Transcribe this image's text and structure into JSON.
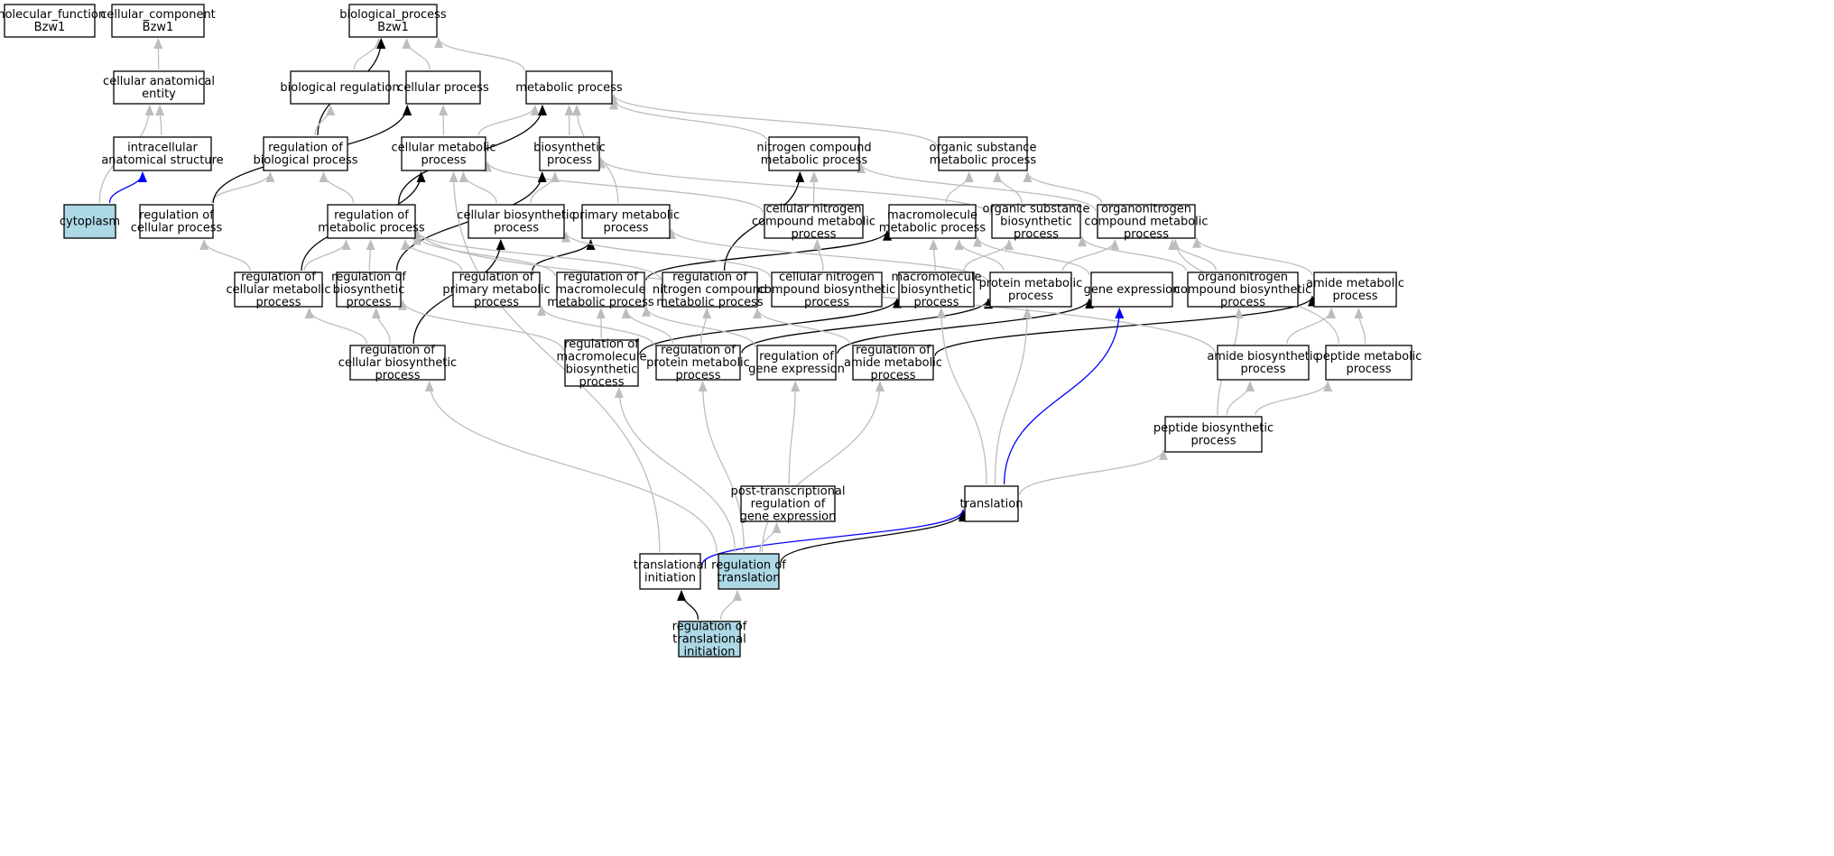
{
  "colors": {
    "background": "#ffffff",
    "node_fill": "#ffffff",
    "highlight_fill": "#add8e6",
    "border": "#000000",
    "is_a_edge": "#bdbdbd",
    "regulates_edge": "#000000",
    "part_of_edge": "#0000ff"
  },
  "nodes": [
    {
      "id": "mf",
      "lines": [
        "molecular_function",
        "Bzw1"
      ],
      "highlight": false
    },
    {
      "id": "cc",
      "lines": [
        "cellular_component",
        "Bzw1"
      ],
      "highlight": false
    },
    {
      "id": "bp",
      "lines": [
        "biological_process",
        "Bzw1"
      ],
      "highlight": false
    },
    {
      "id": "cae",
      "lines": [
        "cellular anatomical",
        "entity"
      ],
      "highlight": false
    },
    {
      "id": "ias",
      "lines": [
        "intracellular",
        "anatomical structure"
      ],
      "highlight": false
    },
    {
      "id": "cyto",
      "lines": [
        "cytoplasm"
      ],
      "highlight": true
    },
    {
      "id": "breg",
      "lines": [
        "biological regulation"
      ],
      "highlight": false
    },
    {
      "id": "cp",
      "lines": [
        "cellular process"
      ],
      "highlight": false
    },
    {
      "id": "mp",
      "lines": [
        "metabolic process"
      ],
      "highlight": false
    },
    {
      "id": "rbp",
      "lines": [
        "regulation of",
        "biological process"
      ],
      "highlight": false
    },
    {
      "id": "cmp",
      "lines": [
        "cellular metabolic",
        "process"
      ],
      "highlight": false
    },
    {
      "id": "bsp",
      "lines": [
        "biosynthetic",
        "process"
      ],
      "highlight": false
    },
    {
      "id": "ncmp",
      "lines": [
        "nitrogen compound",
        "metabolic process"
      ],
      "highlight": false
    },
    {
      "id": "osmp",
      "lines": [
        "organic substance",
        "metabolic process"
      ],
      "highlight": false
    },
    {
      "id": "rcp",
      "lines": [
        "regulation of",
        "cellular process"
      ],
      "highlight": false
    },
    {
      "id": "rmp",
      "lines": [
        "regulation of",
        "metabolic process"
      ],
      "highlight": false
    },
    {
      "id": "cbp",
      "lines": [
        "cellular biosynthetic",
        "process"
      ],
      "highlight": false
    },
    {
      "id": "pmp",
      "lines": [
        "primary metabolic",
        "process"
      ],
      "highlight": false
    },
    {
      "id": "cncmp",
      "lines": [
        "cellular nitrogen",
        "compound metabolic",
        "process"
      ],
      "highlight": false
    },
    {
      "id": "macmp",
      "lines": [
        "macromolecule",
        "metabolic process"
      ],
      "highlight": false
    },
    {
      "id": "osbp",
      "lines": [
        "organic substance",
        "biosynthetic",
        "process"
      ],
      "highlight": false
    },
    {
      "id": "oncmp",
      "lines": [
        "organonitrogen",
        "compound metabolic",
        "process"
      ],
      "highlight": false
    },
    {
      "id": "rcmp",
      "lines": [
        "regulation of",
        "cellular metabolic",
        "process"
      ],
      "highlight": false
    },
    {
      "id": "rbsp",
      "lines": [
        "regulation of",
        "biosynthetic",
        "process"
      ],
      "highlight": false
    },
    {
      "id": "rpmp",
      "lines": [
        "regulation of",
        "primary metabolic",
        "process"
      ],
      "highlight": false
    },
    {
      "id": "rmacmp",
      "lines": [
        "regulation of",
        "macromolecule",
        "metabolic process"
      ],
      "highlight": false
    },
    {
      "id": "rncmp",
      "lines": [
        "regulation of",
        "nitrogen compound",
        "metabolic process"
      ],
      "highlight": false
    },
    {
      "id": "cncbp",
      "lines": [
        "cellular nitrogen",
        "compound biosynthetic",
        "process"
      ],
      "highlight": false
    },
    {
      "id": "macbp",
      "lines": [
        "macromolecule",
        "biosynthetic",
        "process"
      ],
      "highlight": false
    },
    {
      "id": "protmp",
      "lines": [
        "protein metabolic",
        "process"
      ],
      "highlight": false
    },
    {
      "id": "ge",
      "lines": [
        "gene expression"
      ],
      "highlight": false
    },
    {
      "id": "oncbp",
      "lines": [
        "organonitrogen",
        "compound biosynthetic",
        "process"
      ],
      "highlight": false
    },
    {
      "id": "amp",
      "lines": [
        "amide metabolic",
        "process"
      ],
      "highlight": false
    },
    {
      "id": "rcbp",
      "lines": [
        "regulation of",
        "cellular biosynthetic",
        "process"
      ],
      "highlight": false
    },
    {
      "id": "rmacbp",
      "lines": [
        "regulation of",
        "macromolecule",
        "biosynthetic",
        "process"
      ],
      "highlight": false
    },
    {
      "id": "rprotmp",
      "lines": [
        "regulation of",
        "protein metabolic",
        "process"
      ],
      "highlight": false
    },
    {
      "id": "rge",
      "lines": [
        "regulation of",
        "gene expression"
      ],
      "highlight": false
    },
    {
      "id": "ramp",
      "lines": [
        "regulation of",
        "amide metabolic",
        "process"
      ],
      "highlight": false
    },
    {
      "id": "abp",
      "lines": [
        "amide biosynthetic",
        "process"
      ],
      "highlight": false
    },
    {
      "id": "pepmp",
      "lines": [
        "peptide metabolic",
        "process"
      ],
      "highlight": false
    },
    {
      "id": "pepbp",
      "lines": [
        "peptide biosynthetic",
        "process"
      ],
      "highlight": false
    },
    {
      "id": "ptrge",
      "lines": [
        "post-transcriptional",
        "regulation of",
        "gene expression"
      ],
      "highlight": false
    },
    {
      "id": "trans",
      "lines": [
        "translation"
      ],
      "highlight": false
    },
    {
      "id": "ti",
      "lines": [
        "translational",
        "initiation"
      ],
      "highlight": false
    },
    {
      "id": "rt",
      "lines": [
        "regulation of",
        "translation"
      ],
      "highlight": true
    },
    {
      "id": "rti",
      "lines": [
        "regulation of",
        "translational",
        "initiation"
      ],
      "highlight": true
    }
  ],
  "edges": [
    {
      "from": "cae",
      "to": "cc",
      "type": "is_a"
    },
    {
      "from": "ias",
      "to": "cae",
      "type": "is_a"
    },
    {
      "from": "cyto",
      "to": "cae",
      "type": "is_a"
    },
    {
      "from": "cyto",
      "to": "ias",
      "type": "part_of"
    },
    {
      "from": "breg",
      "to": "bp",
      "type": "is_a"
    },
    {
      "from": "cp",
      "to": "bp",
      "type": "is_a"
    },
    {
      "from": "mp",
      "to": "bp",
      "type": "is_a"
    },
    {
      "from": "rbp",
      "to": "bp",
      "type": "regulates"
    },
    {
      "from": "rbp",
      "to": "breg",
      "type": "is_a"
    },
    {
      "from": "cmp",
      "to": "cp",
      "type": "is_a"
    },
    {
      "from": "cmp",
      "to": "mp",
      "type": "is_a"
    },
    {
      "from": "bsp",
      "to": "mp",
      "type": "is_a"
    },
    {
      "from": "pmp",
      "to": "mp",
      "type": "is_a"
    },
    {
      "from": "ncmp",
      "to": "mp",
      "type": "is_a"
    },
    {
      "from": "osmp",
      "to": "mp",
      "type": "is_a"
    },
    {
      "from": "rcp",
      "to": "rbp",
      "type": "is_a"
    },
    {
      "from": "rcp",
      "to": "cp",
      "type": "regulates"
    },
    {
      "from": "rmp",
      "to": "rbp",
      "type": "is_a"
    },
    {
      "from": "rmp",
      "to": "mp",
      "type": "regulates"
    },
    {
      "from": "cbp",
      "to": "cmp",
      "type": "is_a"
    },
    {
      "from": "cbp",
      "to": "bsp",
      "type": "is_a"
    },
    {
      "from": "cncmp",
      "to": "ncmp",
      "type": "is_a"
    },
    {
      "from": "cncmp",
      "to": "cmp",
      "type": "is_a"
    },
    {
      "from": "macmp",
      "to": "osmp",
      "type": "is_a"
    },
    {
      "from": "osbp",
      "to": "osmp",
      "type": "is_a"
    },
    {
      "from": "osbp",
      "to": "bsp",
      "type": "is_a"
    },
    {
      "from": "oncmp",
      "to": "osmp",
      "type": "is_a"
    },
    {
      "from": "oncmp",
      "to": "ncmp",
      "type": "is_a"
    },
    {
      "from": "rcmp",
      "to": "rcp",
      "type": "is_a"
    },
    {
      "from": "rcmp",
      "to": "rmp",
      "type": "is_a"
    },
    {
      "from": "rcmp",
      "to": "cmp",
      "type": "regulates"
    },
    {
      "from": "rbsp",
      "to": "rmp",
      "type": "is_a"
    },
    {
      "from": "rbsp",
      "to": "bsp",
      "type": "regulates"
    },
    {
      "from": "rpmp",
      "to": "rmp",
      "type": "is_a"
    },
    {
      "from": "rpmp",
      "to": "pmp",
      "type": "regulates"
    },
    {
      "from": "rmacmp",
      "to": "rmp",
      "type": "is_a"
    },
    {
      "from": "rmacmp",
      "to": "macmp",
      "type": "regulates"
    },
    {
      "from": "rncmp",
      "to": "rmp",
      "type": "is_a"
    },
    {
      "from": "rncmp",
      "to": "ncmp",
      "type": "regulates"
    },
    {
      "from": "cncbp",
      "to": "cncmp",
      "type": "is_a"
    },
    {
      "from": "cncbp",
      "to": "cbp",
      "type": "is_a"
    },
    {
      "from": "macbp",
      "to": "macmp",
      "type": "is_a"
    },
    {
      "from": "macbp",
      "to": "osbp",
      "type": "is_a"
    },
    {
      "from": "protmp",
      "to": "macmp",
      "type": "is_a"
    },
    {
      "from": "protmp",
      "to": "oncmp",
      "type": "is_a"
    },
    {
      "from": "protmp",
      "to": "pmp",
      "type": "is_a"
    },
    {
      "from": "ge",
      "to": "macmp",
      "type": "is_a"
    },
    {
      "from": "oncbp",
      "to": "oncmp",
      "type": "is_a"
    },
    {
      "from": "oncbp",
      "to": "osbp",
      "type": "is_a"
    },
    {
      "from": "amp",
      "to": "oncmp",
      "type": "is_a"
    },
    {
      "from": "rcbp",
      "to": "rcmp",
      "type": "is_a"
    },
    {
      "from": "rcbp",
      "to": "rbsp",
      "type": "is_a"
    },
    {
      "from": "rcbp",
      "to": "cbp",
      "type": "regulates"
    },
    {
      "from": "rmacbp",
      "to": "rmacmp",
      "type": "is_a"
    },
    {
      "from": "rmacbp",
      "to": "rbsp",
      "type": "is_a"
    },
    {
      "from": "rmacbp",
      "to": "macbp",
      "type": "regulates"
    },
    {
      "from": "rprotmp",
      "to": "rmacmp",
      "type": "is_a"
    },
    {
      "from": "rprotmp",
      "to": "rpmp",
      "type": "is_a"
    },
    {
      "from": "rprotmp",
      "to": "rncmp",
      "type": "is_a"
    },
    {
      "from": "rprotmp",
      "to": "protmp",
      "type": "regulates"
    },
    {
      "from": "rge",
      "to": "rmacmp",
      "type": "is_a"
    },
    {
      "from": "rge",
      "to": "ge",
      "type": "regulates"
    },
    {
      "from": "ramp",
      "to": "rncmp",
      "type": "is_a"
    },
    {
      "from": "ramp",
      "to": "amp",
      "type": "regulates"
    },
    {
      "from": "abp",
      "to": "amp",
      "type": "is_a"
    },
    {
      "from": "abp",
      "to": "rmp",
      "type": "is_a"
    },
    {
      "from": "pepmp",
      "to": "amp",
      "type": "is_a"
    },
    {
      "from": "pepmp",
      "to": "oncmp",
      "type": "is_a"
    },
    {
      "from": "pepbp",
      "to": "abp",
      "type": "is_a"
    },
    {
      "from": "pepbp",
      "to": "pepmp",
      "type": "is_a"
    },
    {
      "from": "pepbp",
      "to": "oncbp",
      "type": "is_a"
    },
    {
      "from": "ptrge",
      "to": "rge",
      "type": "is_a"
    },
    {
      "from": "trans",
      "to": "pepbp",
      "type": "is_a"
    },
    {
      "from": "trans",
      "to": "ge",
      "type": "part_of"
    },
    {
      "from": "trans",
      "to": "protmp",
      "type": "is_a"
    },
    {
      "from": "trans",
      "to": "macbp",
      "type": "is_a"
    },
    {
      "from": "ti",
      "to": "cmp",
      "type": "is_a"
    },
    {
      "from": "ti",
      "to": "trans",
      "type": "part_of"
    },
    {
      "from": "rt",
      "to": "ptrge",
      "type": "is_a"
    },
    {
      "from": "rt",
      "to": "rcbp",
      "type": "is_a"
    },
    {
      "from": "rt",
      "to": "rmacbp",
      "type": "is_a"
    },
    {
      "from": "rt",
      "to": "rprotmp",
      "type": "is_a"
    },
    {
      "from": "rt",
      "to": "ramp",
      "type": "is_a"
    },
    {
      "from": "rt",
      "to": "trans",
      "type": "regulates"
    },
    {
      "from": "rti",
      "to": "rt",
      "type": "is_a"
    },
    {
      "from": "rti",
      "to": "ti",
      "type": "regulates"
    }
  ]
}
